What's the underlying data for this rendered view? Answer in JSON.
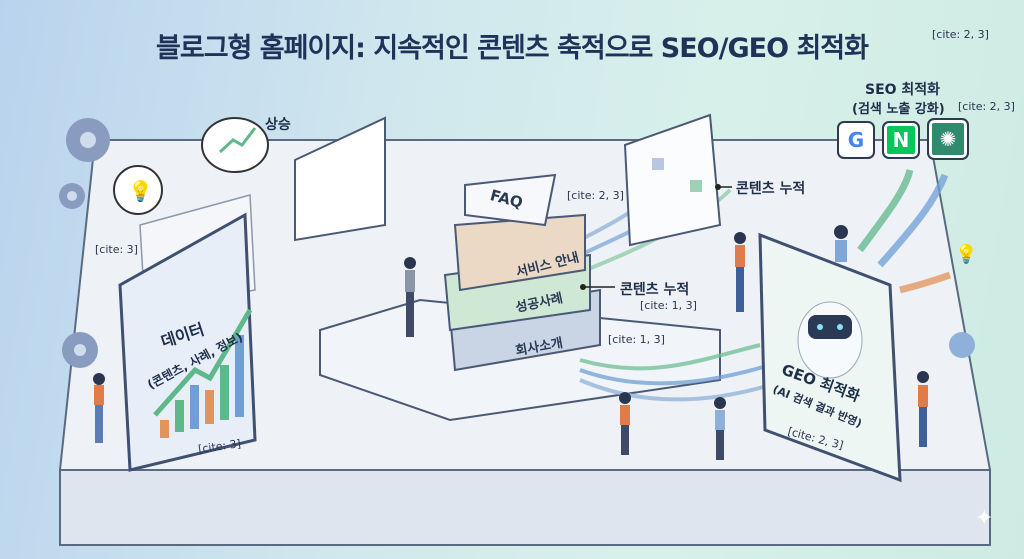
{
  "title": "블로그형 홈페이지: 지속적인 콘텐츠 축적으로 SEO/GEO 최적화",
  "title_cite": "[cite: 2, 3]",
  "left": {
    "rise_label": "상승",
    "cite_top": "[cite: 3]",
    "data_label": "데이터",
    "data_sub": "(콘텐츠, 사례, 정보)",
    "cite_bottom": "[cite: 3]"
  },
  "center": {
    "stack": [
      "FAQ",
      "서비스 안내",
      "성공사례",
      "회사소개"
    ],
    "cite_top": "[cite: 2, 3]",
    "accumulate_label": "콘텐츠 누적",
    "accumulate_cite": "[cite: 1, 3]",
    "base_cite": "[cite: 1, 3]"
  },
  "top_right": {
    "accumulate_label": "콘텐츠 누적"
  },
  "seo": {
    "title": "SEO 최적화",
    "subtitle": "(검색 노출 강화)",
    "cite": "[cite: 2, 3]",
    "icons": [
      {
        "name": "google-icon",
        "glyph": "G",
        "color": "#4285f4"
      },
      {
        "name": "naver-icon",
        "glyph": "N",
        "color": "#03c75a"
      },
      {
        "name": "chatgpt-icon",
        "glyph": "✺",
        "color": "#2f8a6e"
      }
    ]
  },
  "geo": {
    "title": "GEO 최적화",
    "subtitle": "(AI 검색 결과 반영)",
    "cite": "[cite: 2, 3]"
  },
  "colors": {
    "navy": "#1d3358",
    "green": "#5fb88a",
    "blue": "#6f9fd6",
    "orange": "#e4935a"
  }
}
